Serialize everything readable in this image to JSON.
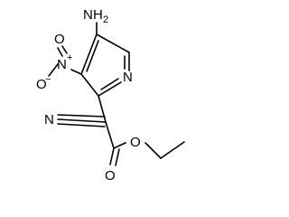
{
  "molecule": {
    "atoms": {
      "amine_n": "N",
      "amine_h2": "H",
      "amine_sub": "2",
      "nitro_n": "N",
      "nitro_plus": "+",
      "nitro_o_top": "O",
      "nitro_o_side": "O",
      "nitro_minus": "−",
      "ring_n": "N",
      "nitrile_n": "N",
      "carbonyl_o": "O",
      "ester_o": "O"
    }
  }
}
